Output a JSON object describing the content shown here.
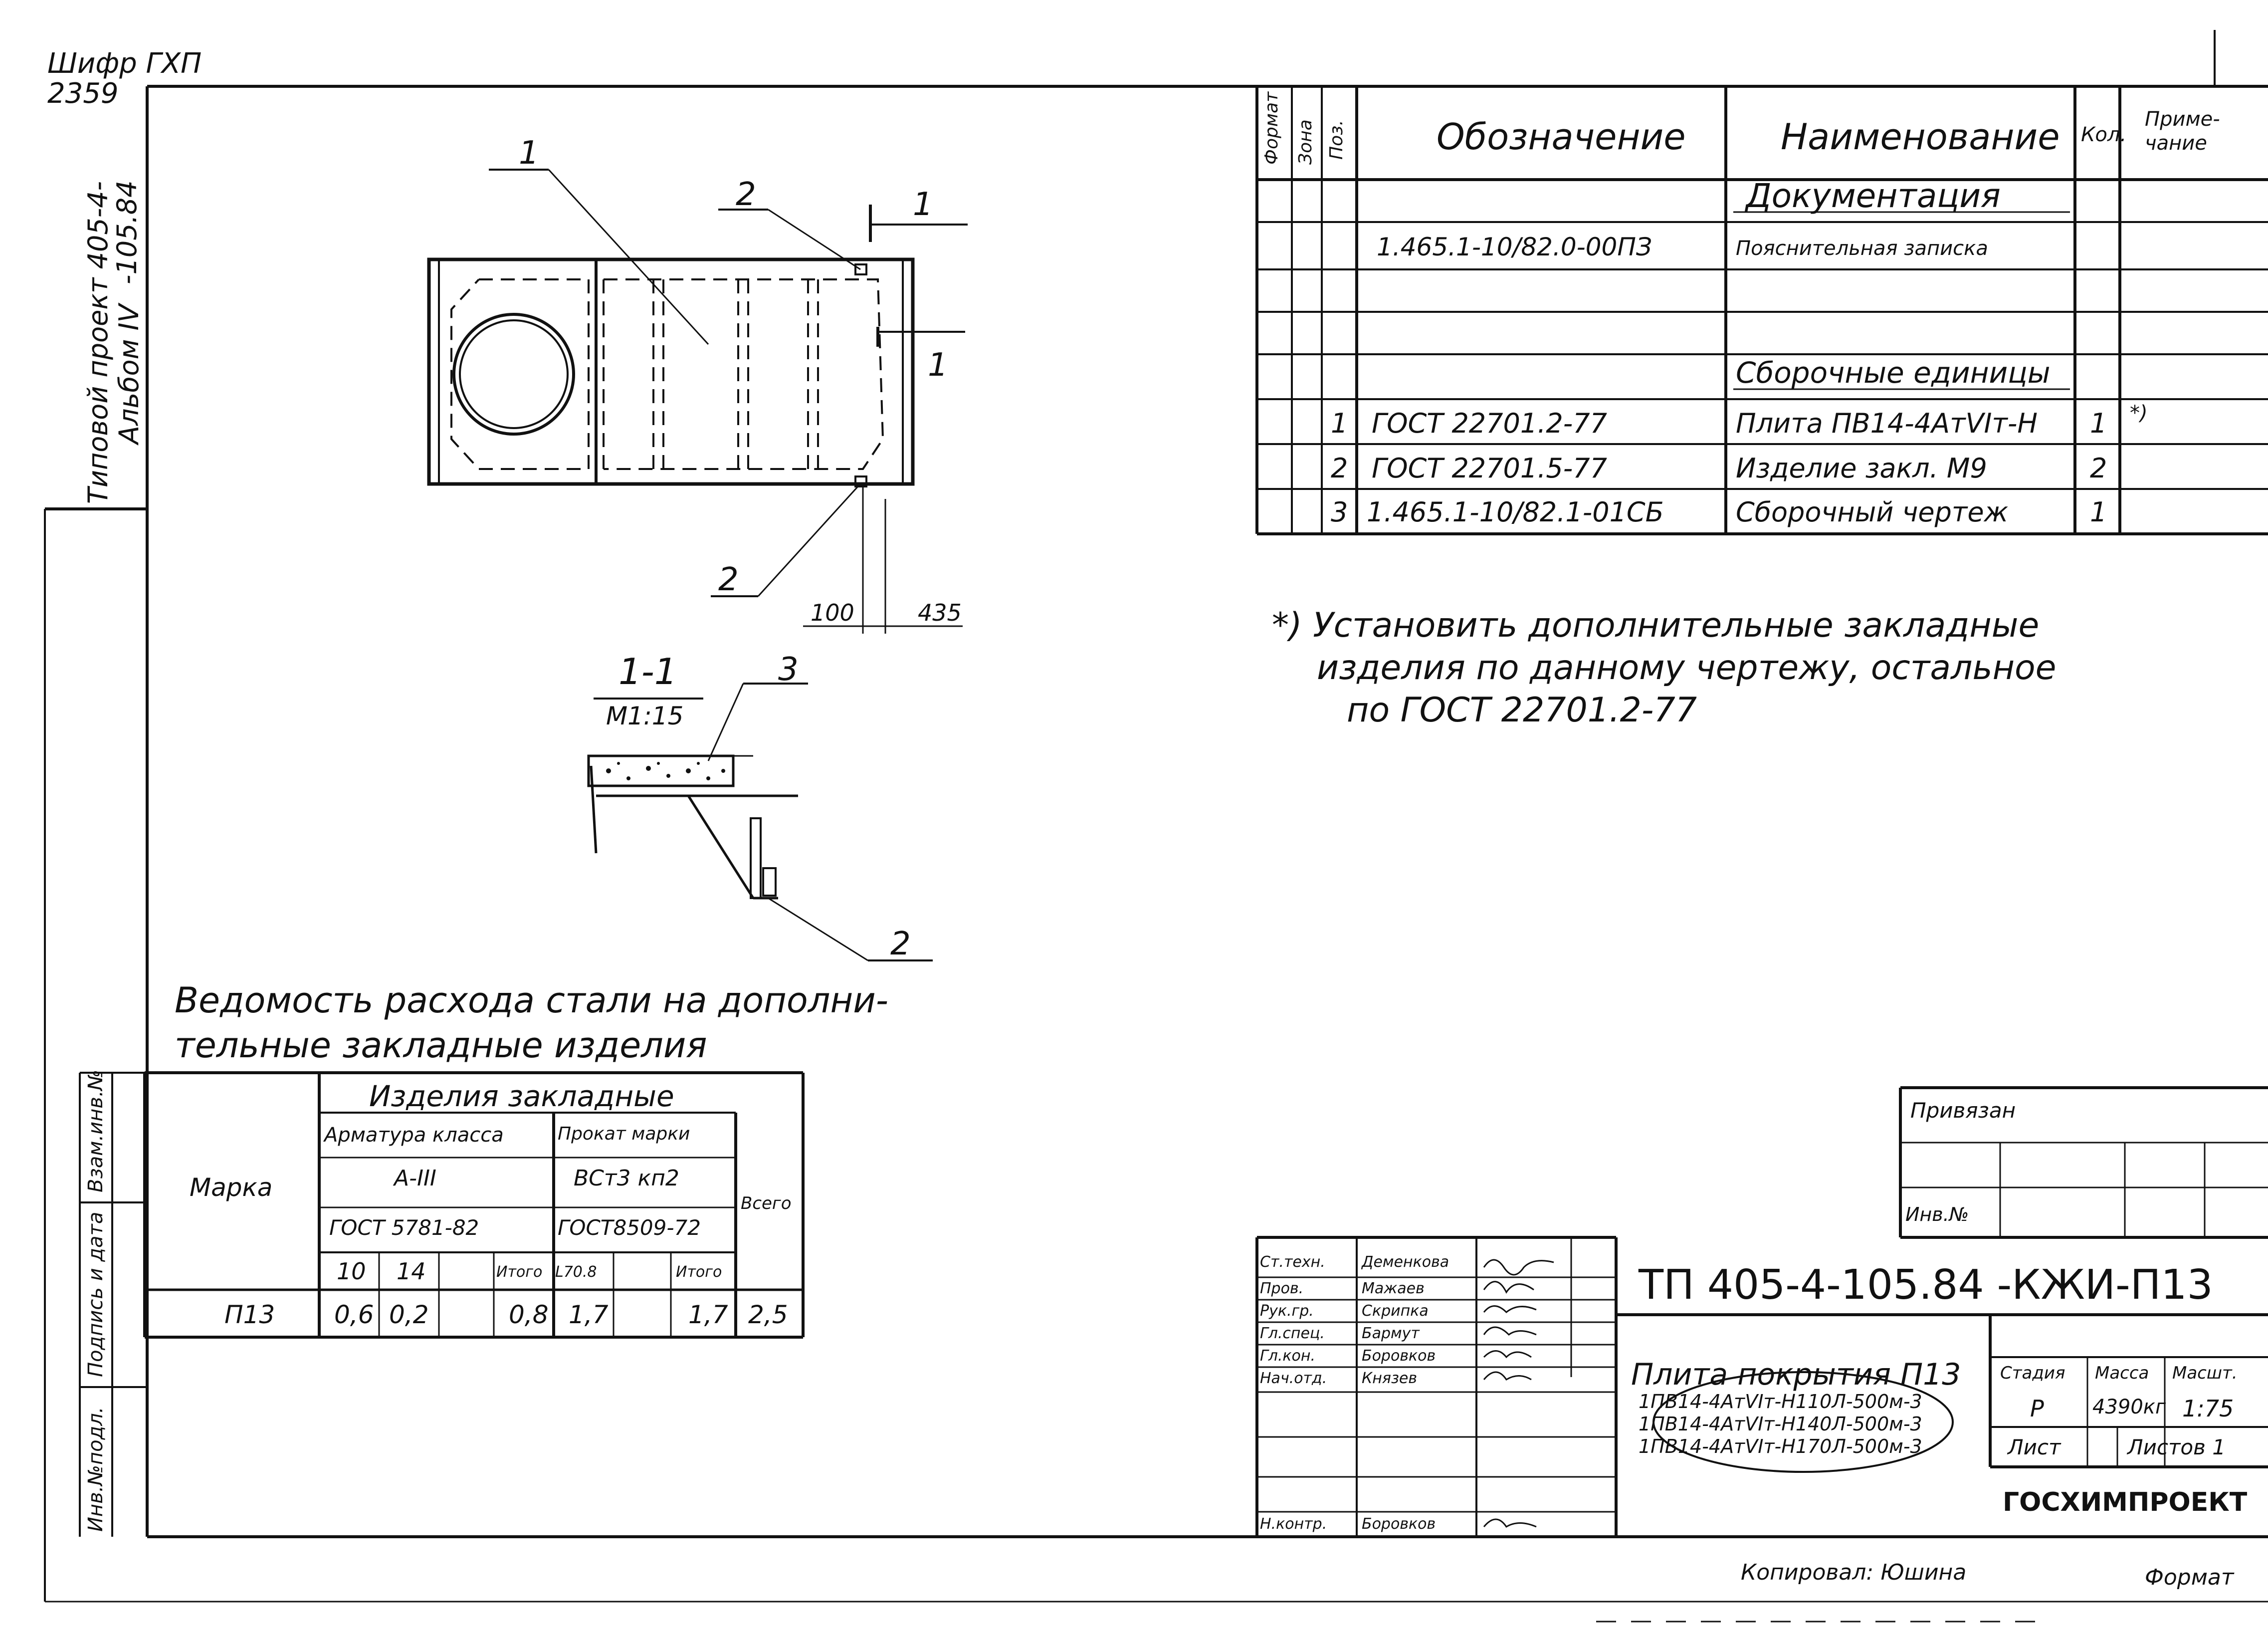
{
  "corner": {
    "cipher_label": "Шифр ГХП",
    "cipher_number": "2359"
  },
  "side_stamp": {
    "line1": "Типовой проект 405-4-",
    "line2": "-105.84",
    "album": "Альбом IV",
    "cols": [
      "Инв.№подл.",
      "Подпись и дата",
      "Взам.инв.№"
    ]
  },
  "spec_table": {
    "headers": {
      "format": "Формат",
      "zone": "Зона",
      "pos": "Поз.",
      "designation": "Обозначение",
      "name": "Наименование",
      "qty": "Кол.",
      "note": "Приме-чание"
    },
    "section_docs": "Документация",
    "doc_row": {
      "designation": "1.465.1-10/82.0-00ПЗ",
      "name": "Пояснительная записка"
    },
    "section_units": "Сборочные единицы",
    "rows": [
      {
        "pos": "1",
        "designation": "ГОСТ 22701.2-77",
        "name": "Плита ПВ14-4АтVIт-Н",
        "qty": "1",
        "note": "*)"
      },
      {
        "pos": "2",
        "designation": "ГОСТ 22701.5-77",
        "name": "Изделие закл. М9",
        "qty": "2",
        "note": ""
      },
      {
        "pos": "3",
        "designation": "1.465.1-10/82.1-01СБ",
        "name": "Сборочный чертеж",
        "qty": "1",
        "note": ""
      }
    ]
  },
  "footnote": {
    "line1": "*) Установить дополнительные закладные",
    "line2": "изделия по данному чертежу, остальное",
    "line3": "по ГОСТ 22701.2-77"
  },
  "drawing": {
    "callout_1a": "1",
    "callout_2a": "2",
    "callout_1b": "1",
    "callout_1c": "1",
    "callout_2b": "2",
    "dim_100": "100",
    "dim_435": "435",
    "section_title": "1-1",
    "section_scale": "М1:15",
    "callout_3": "3",
    "callout_2c": "2"
  },
  "steel": {
    "title_line1": "Ведомость расхода стали на дополни-",
    "title_line2": "тельные закладные изделия",
    "header_products": "Изделия закладные",
    "header_mark": "Марка",
    "header_rebar_class": "Арматура класса",
    "header_rebar_grade": "А-III",
    "header_rebar_gost": "ГОСТ 5781-82",
    "header_rolled": "Прокат марки",
    "header_rolled_grade": "ВСт3 кп2",
    "header_rolled_gost": "ГОСТ8509-72",
    "header_total": "Всего",
    "sub": [
      "10",
      "14",
      "",
      "Итого",
      "L70.8",
      "",
      "Итого"
    ],
    "row": {
      "mark": "П13",
      "v10": "0,6",
      "v14": "0,2",
      "blank": "",
      "sub1": "0,8",
      "l70": "1,7",
      "blank2": "",
      "sub2": "1,7",
      "total": "2,5"
    }
  },
  "title_block": {
    "attached": "Привязан",
    "inv_no": "Инв.№",
    "doc_code": "ТП 405-4-105.84 -КЖИ-П13",
    "roles": [
      {
        "role": "Ст.техн.",
        "name": "Деменкова"
      },
      {
        "role": "Пров.",
        "name": "Мажаев"
      },
      {
        "role": "Рук.гр.",
        "name": "Скрипка"
      },
      {
        "role": "Гл.спец.",
        "name": "Бармут"
      },
      {
        "role": "Гл.кон.",
        "name": "Боровков"
      },
      {
        "role": "Нач.отд.",
        "name": "Князев"
      }
    ],
    "norm_control": {
      "role": "Н.контр.",
      "name": "Боровков"
    },
    "item_title": "Плита покрытия П13",
    "item_lines": [
      "1ПВ14-4АтVIт-Н110Л-500м-3",
      "1ПВ14-4АтVIт-Н140Л-500м-3",
      "1ПВ14-4АтVIт-Н170Л-500м-3"
    ],
    "stage_h": "Стадия",
    "mass_h": "Масса",
    "scale_h": "Масшт.",
    "stage": "Р",
    "mass": "4390кг",
    "scale": "1:75",
    "sheet_h": "Лист",
    "sheets_h": "Листов 1",
    "org": "ГОСХИМПРОЕКТ"
  },
  "bottom": {
    "copied": "Копировал: Юшина",
    "format": "Формат"
  }
}
